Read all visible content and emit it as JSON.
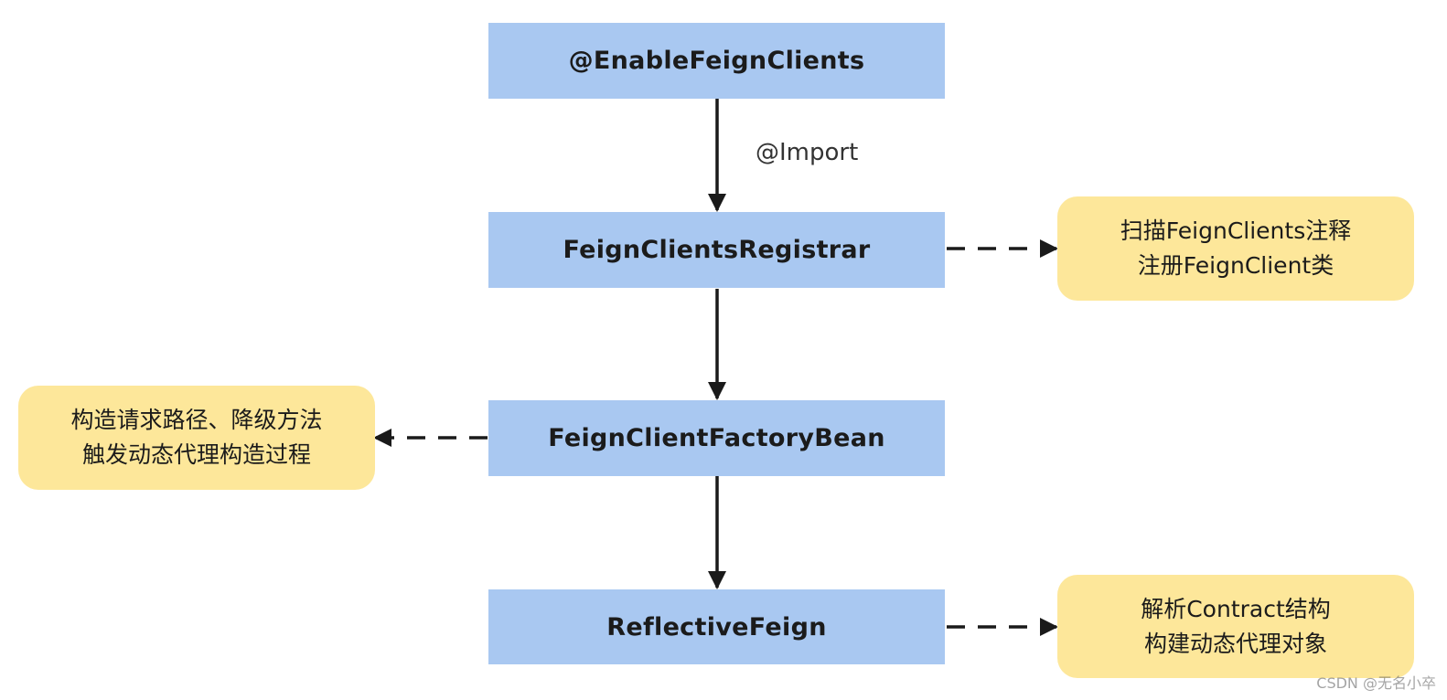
{
  "nodes": {
    "enable": "@EnableFeignClients",
    "registrar": "FeignClientsRegistrar",
    "factory_bean": "FeignClientFactoryBean",
    "reflective": "ReflectiveFeign"
  },
  "edge_labels": {
    "import": "@Import"
  },
  "notes": {
    "registrar": [
      "扫描FeignClients注释",
      "注册FeignClient类"
    ],
    "factory_bean": [
      "构造请求路径、降级方法",
      "触发动态代理构造过程"
    ],
    "reflective": [
      "解析Contract结构",
      "构建动态代理对象"
    ]
  },
  "watermark": "CSDN @无名小卒",
  "colors": {
    "process_box": "#a9c8f1",
    "note_box": "#fde79a",
    "arrow": "#1a1a1a"
  }
}
